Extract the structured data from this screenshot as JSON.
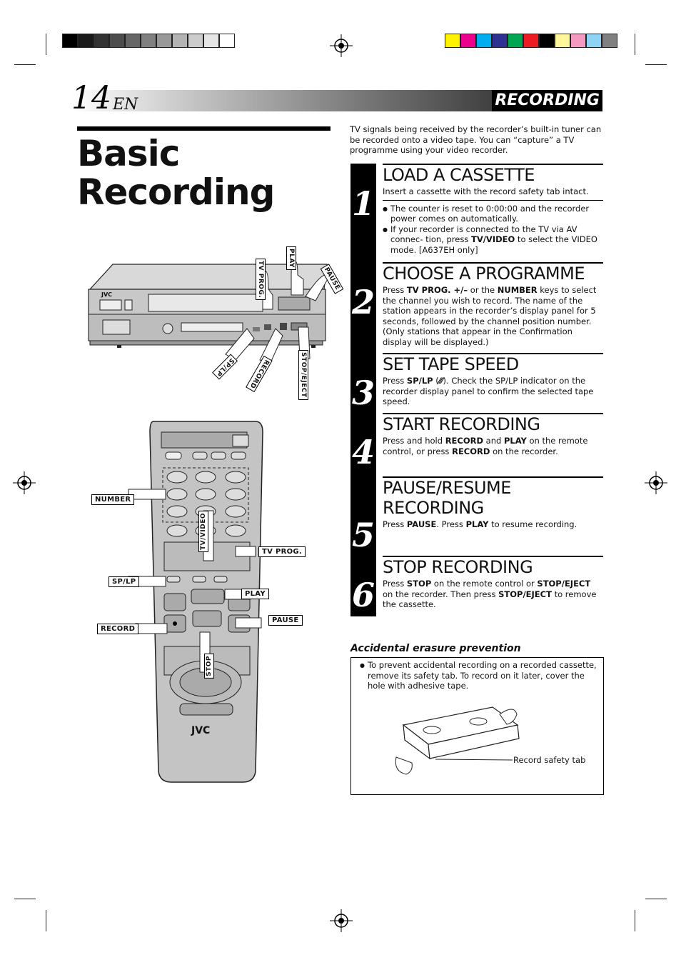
{
  "header": {
    "page_number": "14",
    "language": "EN",
    "section": "RECORDING"
  },
  "title_line1": "Basic",
  "title_line2": "Recording",
  "intro": "TV signals being received by the recorder’s built-in tuner can be recorded onto a video tape. You can “capture” a TV programme using your video recorder.",
  "steps": [
    {
      "number": "1",
      "heading": "LOAD A CASSETTE",
      "text": "Insert a cassette with the record safety tab intact.",
      "bullets": [
        {
          "pre": "The counter is reset to 0:00:00 and the recorder power comes on automatically.",
          "bold": "",
          "post": ""
        },
        {
          "pre": "If your recorder is connected to the TV via AV connec- tion, press ",
          "bold": "TV/VIDEO",
          "post": " to select the VIDEO mode. [A637EH only]"
        }
      ]
    },
    {
      "number": "2",
      "heading": "CHOOSE A PROGRAMME",
      "parts": [
        "Press ",
        "TV PROG. +/–",
        " or the ",
        "NUMBER",
        " keys to select the channel you wish to record. The name of the station appears in the recorder’s display panel for 5 seconds, followed by the channel position number. (Only stations that appear in the Confirmation display will be displayed.)"
      ]
    },
    {
      "number": "3",
      "heading": "SET TAPE SPEED",
      "parts": [
        "Press ",
        "SP/LP",
        " (",
        "⁄⁄⁄",
        "). Check the SP/LP indicator on the recorder display panel to confirm the selected tape speed."
      ]
    },
    {
      "number": "4",
      "heading": "START RECORDING",
      "parts": [
        "Press and hold ",
        "RECORD",
        " and ",
        "PLAY",
        " on the remote control, or press ",
        "RECORD",
        " on the recorder."
      ]
    },
    {
      "number": "5",
      "heading_line1": "PAUSE/RESUME",
      "heading_line2": "RECORDING",
      "parts": [
        "Press ",
        "PAUSE",
        ". Press ",
        "PLAY",
        " to resume recording."
      ]
    },
    {
      "number": "6",
      "heading": "STOP RECORDING",
      "parts": [
        "Press ",
        "STOP",
        " on the remote control or ",
        "STOP/EJECT",
        " on the recorder. Then press ",
        "STOP/EJECT",
        " to remove the cassette."
      ]
    }
  ],
  "erasure": {
    "title": "Accidental erasure prevention",
    "text": "To prevent accidental recording on a recorded cassette, remove its safety tab. To record on it later, cover the hole with adhesive tape.",
    "label": "Record safety tab"
  },
  "vcr_labels": {
    "tv_prog": "TV PROG.",
    "play": "PLAY",
    "pause": "PAUSE",
    "sp_lp": "SP/LP",
    "record": "RECORD",
    "stop_eject": "STOP/EJECT",
    "brand": "JVC"
  },
  "remote_labels": {
    "number": "NUMBER",
    "tv_video": "TV/VIDEO",
    "tv_prog": "TV PROG.",
    "sp_lp": "SP/LP",
    "play": "PLAY",
    "record": "RECORD",
    "pause": "PAUSE",
    "stop": "STOP",
    "brand": "JVC"
  },
  "colors": {
    "grayscale": [
      "#000000",
      "#1a1a1a",
      "#333333",
      "#4d4d4d",
      "#666666",
      "#808080",
      "#999999",
      "#b3b3b3",
      "#cccccc",
      "#e6e6e6",
      "#ffffff"
    ],
    "process": [
      "#fff200",
      "#ec008c",
      "#00aeef",
      "#2e3192",
      "#00a651",
      "#ed1c24",
      "#000000",
      "#fff799",
      "#f49ac1",
      "#8fd3f5",
      "#808080"
    ]
  }
}
